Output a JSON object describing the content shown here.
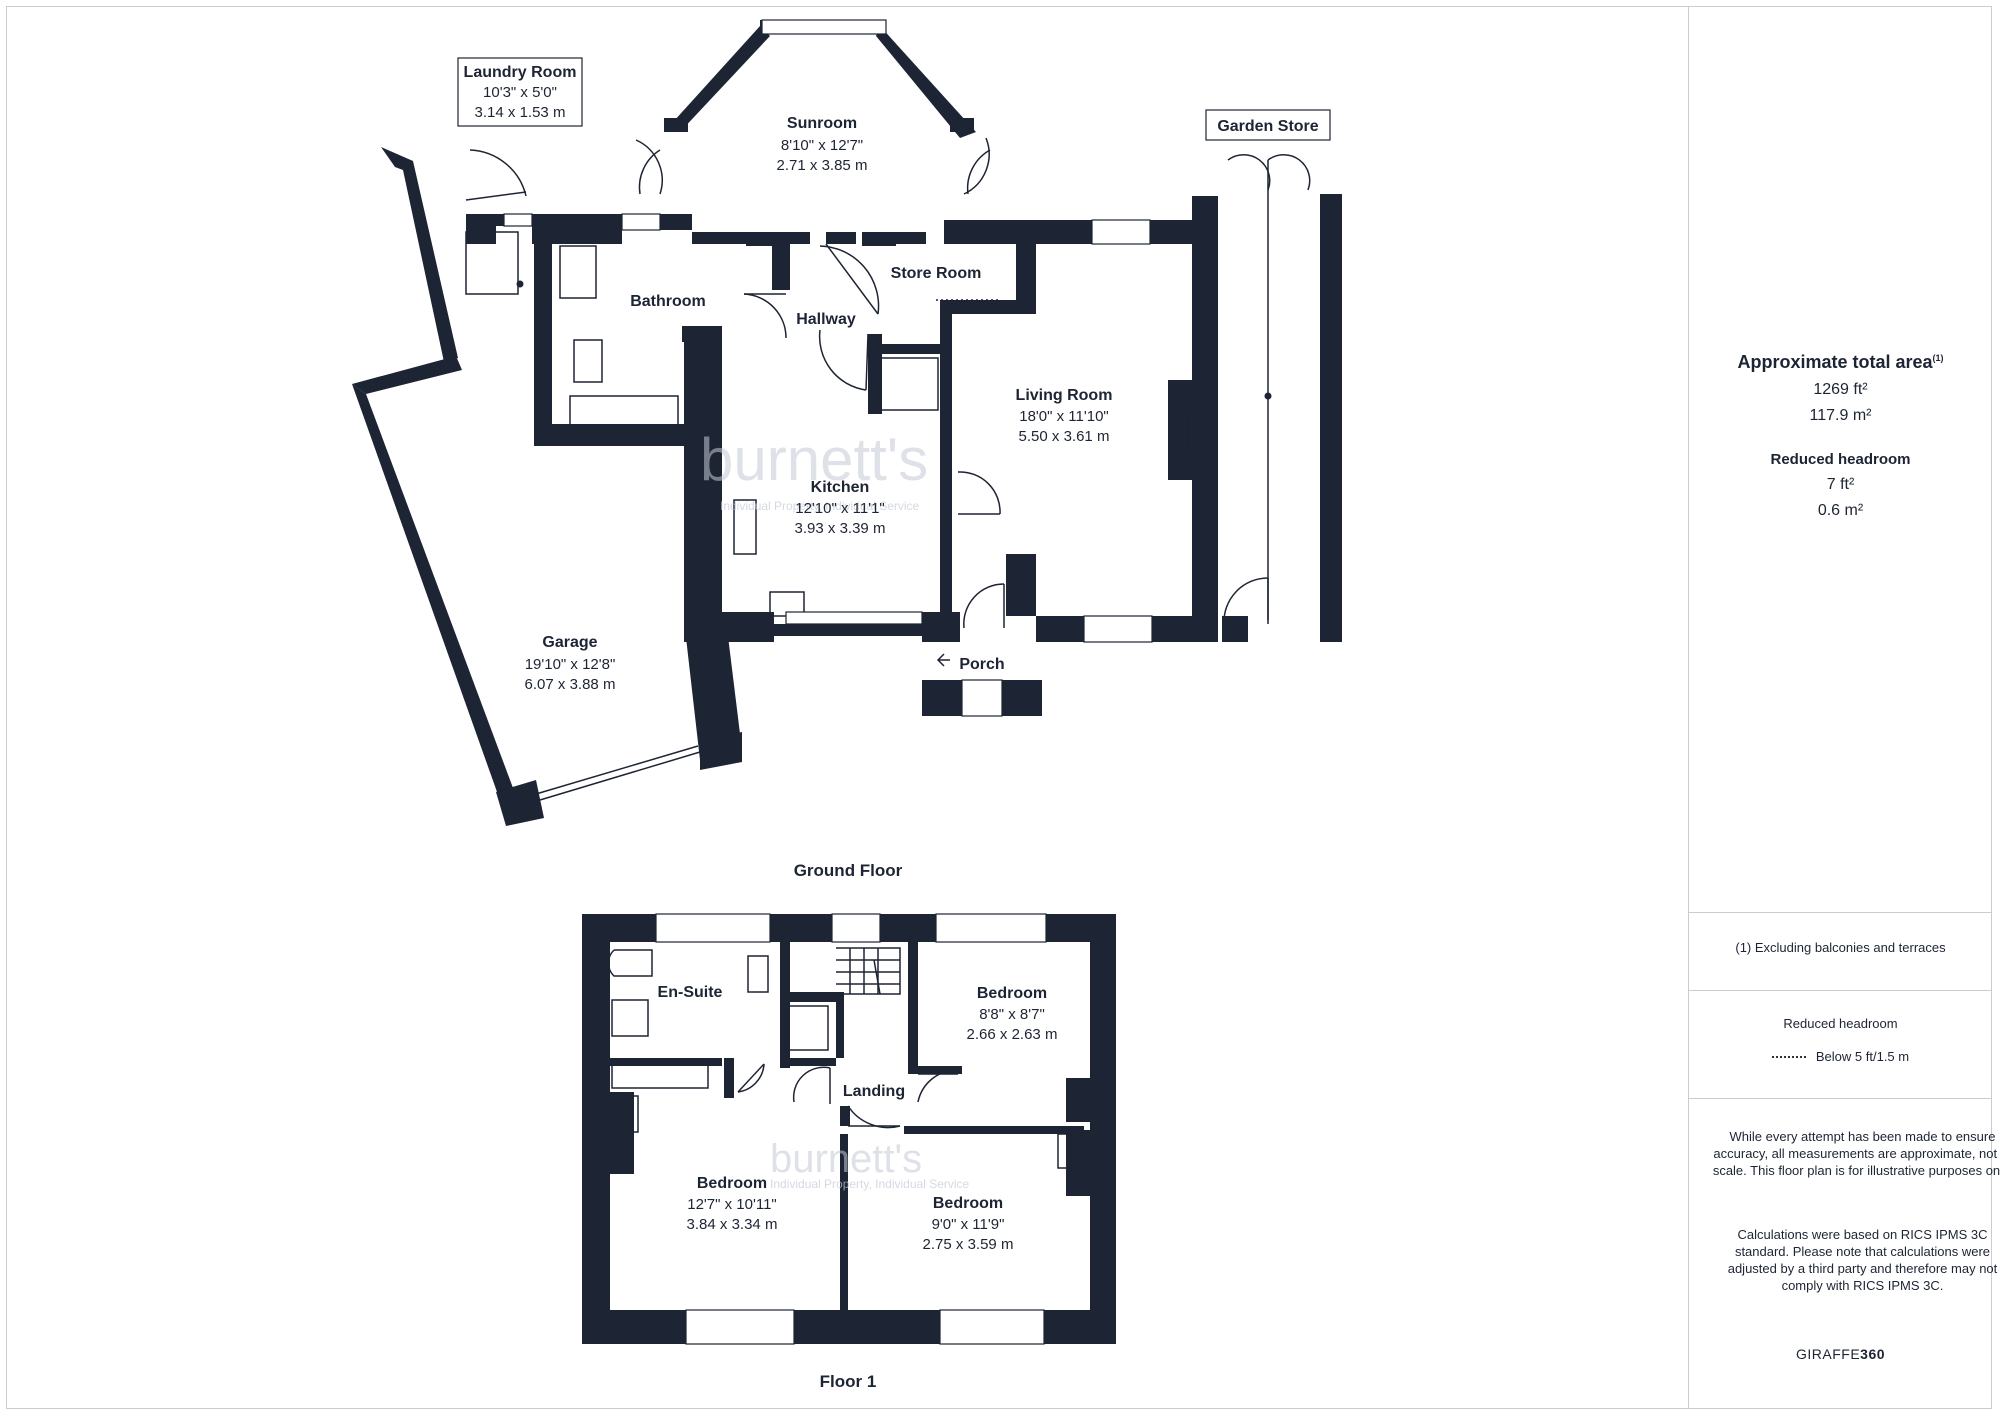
{
  "ground_floor": {
    "label": "Ground Floor",
    "rooms": {
      "laundry": {
        "name": "Laundry Room",
        "dim_imperial": "10'3\" x 5'0\"",
        "dim_metric": "3.14 x 1.53 m"
      },
      "sunroom": {
        "name": "Sunroom",
        "dim_imperial": "8'10\" x 12'7\"",
        "dim_metric": "2.71 x 3.85 m"
      },
      "garden_store": {
        "name": "Garden Store"
      },
      "store_room": {
        "name": "Store Room"
      },
      "bathroom": {
        "name": "Bathroom"
      },
      "hallway": {
        "name": "Hallway"
      },
      "living": {
        "name": "Living Room",
        "dim_imperial": "18'0\" x 11'10\"",
        "dim_metric": "5.50 x 3.61 m"
      },
      "kitchen": {
        "name": "Kitchen",
        "dim_imperial": "12'10\" x 11'1\"",
        "dim_metric": "3.93 x 3.39 m"
      },
      "garage": {
        "name": "Garage",
        "dim_imperial": "19'10\" x 12'8\"",
        "dim_metric": "6.07 x 3.88 m"
      },
      "porch": {
        "name": "Porch"
      }
    }
  },
  "floor_1": {
    "label": "Floor 1",
    "rooms": {
      "ensuite": {
        "name": "En-Suite"
      },
      "bedroom_ne": {
        "name": "Bedroom",
        "dim_imperial": "8'8\" x 8'7\"",
        "dim_metric": "2.66 x 2.63 m"
      },
      "landing": {
        "name": "Landing"
      },
      "bedroom_sw": {
        "name": "Bedroom",
        "dim_imperial": "12'7\" x 10'11\"",
        "dim_metric": "3.84 x 3.34 m"
      },
      "bedroom_se": {
        "name": "Bedroom",
        "dim_imperial": "9'0\" x 11'9\"",
        "dim_metric": "2.75 x 3.59 m"
      }
    }
  },
  "watermark": {
    "brand": "burnett's",
    "tagline": "Individual Property, Individual Service"
  },
  "sidebar": {
    "area_title": "Approximate total area",
    "area_footnote_mark": "(1)",
    "area_ft": "1269 ft²",
    "area_m": "117.9 m²",
    "reduced_title": "Reduced headroom",
    "reduced_ft": "7 ft²",
    "reduced_m": "0.6 m²",
    "footnote": "(1) Excluding balconies and terraces",
    "legend_title": "Reduced headroom",
    "legend_text": "Below 5 ft/1.5 m",
    "disclaimer_1": "While every attempt has been made to ensure accuracy, all measurements are approximate, not to scale. This floor plan is for illustrative purposes only.",
    "disclaimer_2": "Calculations were based on RICS IPMS 3C standard. Please note that calculations were adjusted by a third party and therefore may not comply with RICS IPMS 3C.",
    "brand_light": "GIRAFFE",
    "brand_bold": "360"
  },
  "colors": {
    "wall": "#1d2433",
    "line": "#1d2433",
    "divider": "#c9ccd1"
  }
}
